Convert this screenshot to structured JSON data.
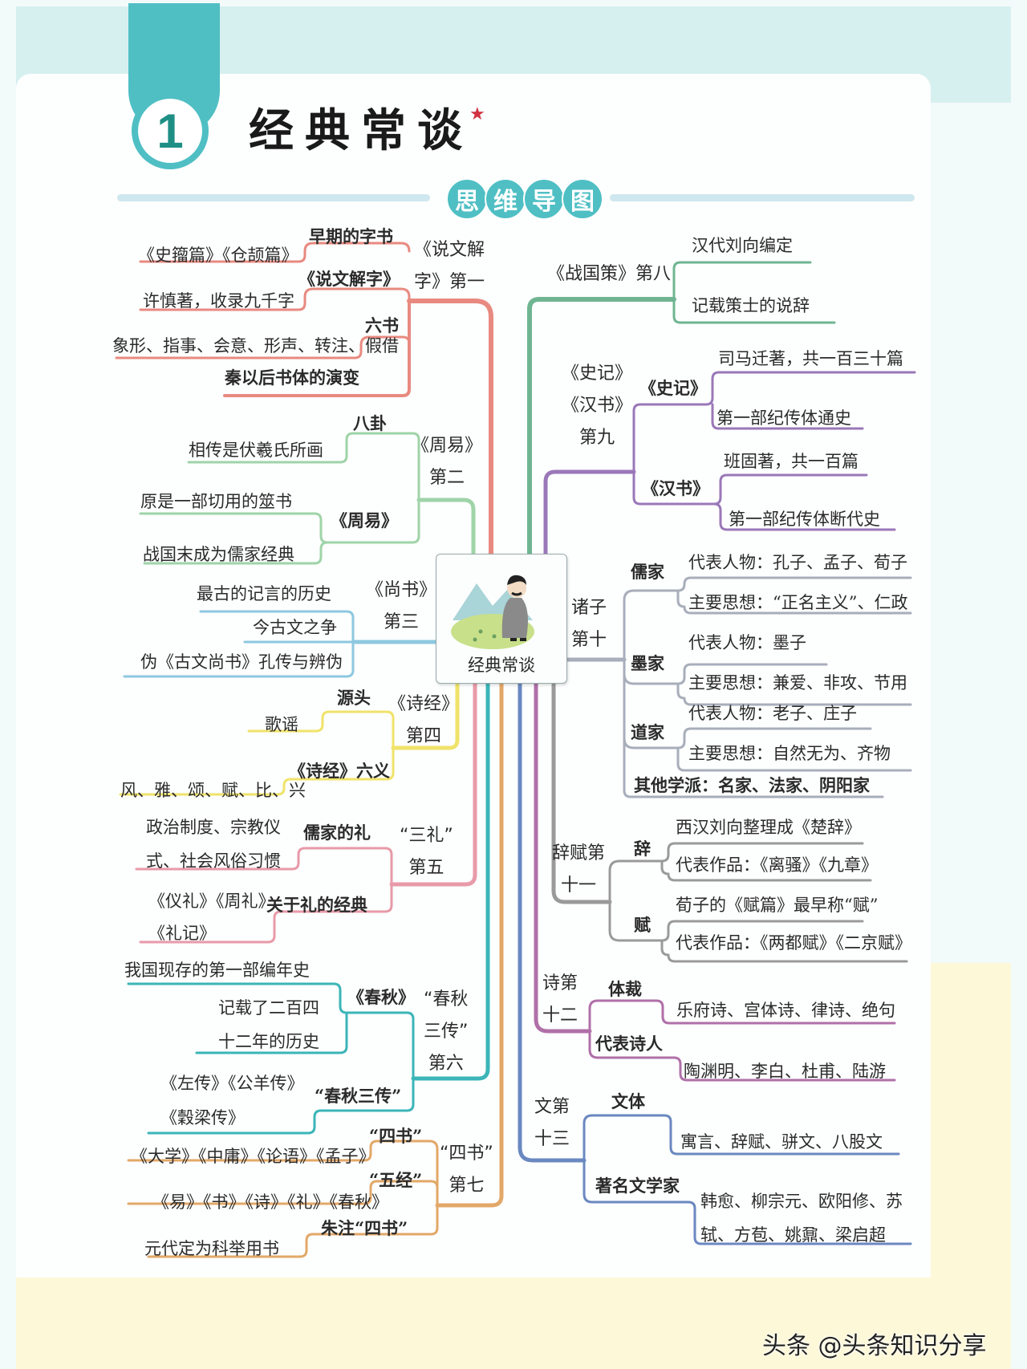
{
  "header": {
    "chapter_number": "1",
    "title": "经典常谈",
    "star": "★",
    "section_badge": [
      "思",
      "维",
      "导",
      "图"
    ]
  },
  "center_node": {
    "label": "经典常谈",
    "image": "scholar-illustration"
  },
  "colors": {
    "teal_accent": "#4fbfc4",
    "ch1": "#e88a80",
    "ch2": "#9fd4a8",
    "ch3": "#8ec8e0",
    "ch4": "#f0e36a",
    "ch5": "#e89aa8",
    "ch6": "#3bb5b8",
    "ch7": "#e2a868",
    "ch8": "#6fb592",
    "ch9": "#9a78b8",
    "ch10": "#9aa0b0",
    "ch11": "#9a9a9a",
    "ch12": "#b070a8",
    "ch13": "#6a88c0"
  },
  "left": {
    "ch1": {
      "title_line1": "《说文解",
      "title_line2": "字》第一",
      "branches": [
        {
          "label": "早期的字书",
          "leaf": "《史籀篇》《仓颉篇》"
        },
        {
          "label": "《说文解字》",
          "leaf": "许慎著，收录九千字"
        },
        {
          "label": "六书",
          "leaf": "象形、指事、会意、形声、转注、假借"
        },
        {
          "label": "秦以后书体的演变"
        }
      ]
    },
    "ch2": {
      "title_line1": "《周易》",
      "title_line2": "第二",
      "branches": [
        {
          "label": "八卦",
          "leaf": "相传是伏羲氏所画"
        },
        {
          "label": "《周易》",
          "leaves": [
            "原是一部切用的筮书",
            "战国末成为儒家经典"
          ]
        }
      ]
    },
    "ch3": {
      "title_line1": "《尚书》",
      "title_line2": "第三",
      "leaves": [
        "最古的记言的历史",
        "今古文之争",
        "伪《古文尚书》孔传与辨伪"
      ]
    },
    "ch4": {
      "title_line1": "《诗经》",
      "title_line2": "第四",
      "branches": [
        {
          "label": "源头",
          "leaf": "歌谣"
        },
        {
          "label": "《诗经》六义",
          "leaf": "风、雅、颂、赋、比、兴"
        }
      ]
    },
    "ch5": {
      "title_line1": "“三礼”",
      "title_line2": "第五",
      "branches": [
        {
          "label": "儒家的礼",
          "leaf_line1": "政治制度、宗教仪",
          "leaf_line2": "式、社会风俗习惯"
        },
        {
          "label": "关于礼的经典",
          "leaf_line1": "《仪礼》《周礼》",
          "leaf_line2": "《礼记》"
        }
      ]
    },
    "ch6": {
      "title_line1": "“春秋",
      "title_line2": "三传”",
      "title_line3": "第六",
      "branches": [
        {
          "label": "《春秋》",
          "leaf": "我国现存的第一部编年史",
          "leaf2_line1": "记载了二百四",
          "leaf2_line2": "十二年的历史"
        },
        {
          "label": "“春秋三传”",
          "leaf_line1": "《左传》《公羊传》",
          "leaf_line2": "《穀梁传》"
        }
      ]
    },
    "ch7": {
      "title_line1": "“四书”",
      "title_line2": "第七",
      "branches": [
        {
          "label": "“四书”",
          "leaf": "《大学》《中庸》《论语》《孟子》"
        },
        {
          "label": "“五经”",
          "leaf": "《易》《书》《诗》《礼》《春秋》"
        },
        {
          "label": "朱注“四书”",
          "leaf": "元代定为科举用书"
        }
      ]
    }
  },
  "right": {
    "ch8": {
      "title": "《战国策》第八",
      "leaves": [
        "汉代刘向编定",
        "记载策士的说辞"
      ]
    },
    "ch9": {
      "title_line1": "《史记》",
      "title_line2": "《汉书》",
      "title_line3": "第九",
      "branches": [
        {
          "label": "《史记》",
          "leaves": [
            "司马迁著，共一百三十篇",
            "第一部纪传体通史"
          ]
        },
        {
          "label": "《汉书》",
          "leaves": [
            "班固著，共一百篇",
            "第一部纪传体断代史"
          ]
        }
      ]
    },
    "ch10": {
      "title_line1": "诸子",
      "title_line2": "第十",
      "branches": [
        {
          "label": "儒家",
          "leaves": [
            "代表人物：孔子、孟子、荀子",
            "主要思想：“正名主义”、仁政"
          ]
        },
        {
          "label": "墨家",
          "leaves": [
            "代表人物：墨子",
            "主要思想：兼爱、非攻、节用"
          ]
        },
        {
          "label": "道家",
          "leaves": [
            "代表人物：老子、庄子",
            "主要思想：自然无为、齐物"
          ]
        },
        {
          "label": "其他学派：名家、法家、阴阳家"
        }
      ]
    },
    "ch11": {
      "title_line1": "辞赋第",
      "title_line2": "十一",
      "branches": [
        {
          "label": "辞",
          "leaves": [
            "西汉刘向整理成《楚辞》",
            "代表作品：《离骚》《九章》"
          ]
        },
        {
          "label": "赋",
          "leaves": [
            "荀子的《赋篇》最早称“赋”",
            "代表作品：《两都赋》《二京赋》"
          ]
        }
      ]
    },
    "ch12": {
      "title_line1": "诗第",
      "title_line2": "十二",
      "branches": [
        {
          "label": "体裁",
          "leaf": "乐府诗、宫体诗、律诗、绝句"
        },
        {
          "label": "代表诗人",
          "leaf": "陶渊明、李白、杜甫、陆游"
        }
      ]
    },
    "ch13": {
      "title_line1": "文第",
      "title_line2": "十三",
      "branches": [
        {
          "label": "文体",
          "leaf": "寓言、辞赋、骈文、八股文"
        },
        {
          "label": "著名文学家",
          "leaf_line1": "韩愈、柳宗元、欧阳修、苏",
          "leaf_line2": "轼、方苞、姚鼐、梁启超"
        }
      ]
    }
  },
  "watermark": "头条 @头条知识分享"
}
